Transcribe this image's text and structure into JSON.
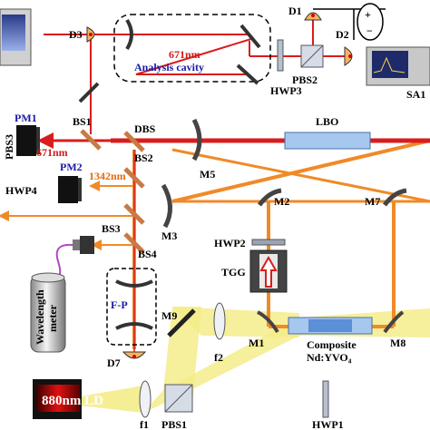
{
  "labels": {
    "D1": "D1",
    "D2": "D2",
    "D3": "D3",
    "cavity_wl": "671nm",
    "cavity_name": "Analysis cavity",
    "PBS2": "PBS2",
    "HWP3": "HWP3",
    "SA1": "SA1",
    "BS1": "BS1",
    "DBS": "DBS",
    "LBO": "LBO",
    "PM1": "PM1",
    "PBS3": "PBS3",
    "red_wl": "671nm",
    "M5": "M5",
    "BS2": "BS2",
    "PM2": "PM2",
    "ir_wl": "1342nm",
    "HWP4": "HWP4",
    "M2": "M2",
    "M7": "M7",
    "M3": "M3",
    "BS3": "BS3",
    "BS4": "BS4",
    "HWP2": "HWP2",
    "TGG": "TGG",
    "wm_line1": "Wavelength",
    "wm_line2": "meter",
    "FP": "F-P",
    "M9": "M9",
    "M1": "M1",
    "crystal_line1": "Composite",
    "crystal_line2": "Nd:YVO₄",
    "M8": "M8",
    "f2": "f2",
    "D7": "D7",
    "LD": "880nm LD",
    "f1": "f1",
    "PBS1": "PBS1",
    "HWP1": "HWP1"
  },
  "colors": {
    "red_beam": "#d91c1c",
    "ir_beam": "#f08a28",
    "pump_beam": "#f4eb86",
    "label_blue": "#1a1aa6"
  }
}
